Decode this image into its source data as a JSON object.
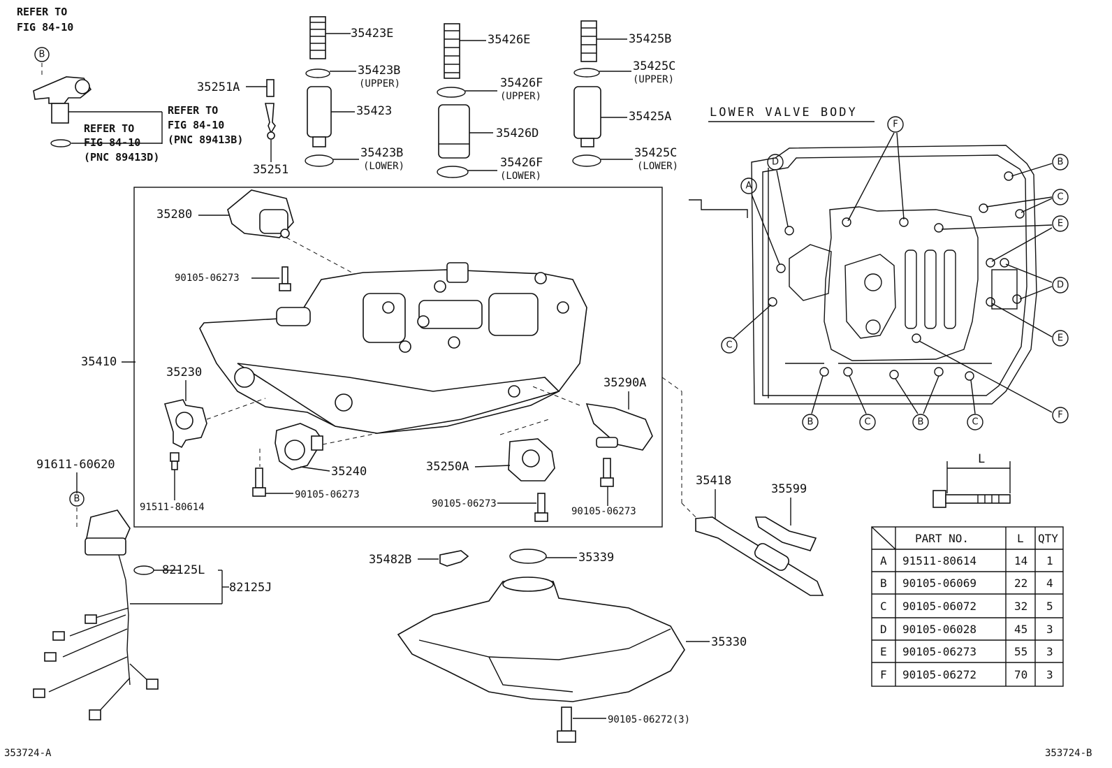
{
  "refer_top": [
    "REFER TO",
    "FIG 84-10"
  ],
  "refer_mid1": [
    "REFER TO",
    "FIG 84-10",
    "(PNC 89413B)"
  ],
  "refer_mid2": [
    "REFER TO",
    "FIG 84-10",
    "(PNC 89413D)"
  ],
  "section_title": "LOWER VALVE BODY",
  "labels": {
    "p35423E": "35423E",
    "p35423B_u": "35423B",
    "upper1": "(UPPER)",
    "p35423": "35423",
    "p35423B_l": "35423B",
    "lower1": "(LOWER)",
    "p35426E": "35426E",
    "p35426F_u": "35426F",
    "upper2": "(UPPER)",
    "p35426D": "35426D",
    "p35426F_l": "35426F",
    "lower2": "(LOWER)",
    "p35425B": "35425B",
    "p35425C_u": "35425C",
    "upper3": "(UPPER)",
    "p35425A": "35425A",
    "p35425C_l": "35425C",
    "lower3": "(LOWER)",
    "p35251A": "35251A",
    "p35251": "35251",
    "p35280": "35280",
    "p90105_1": "90105-06273",
    "p35410": "35410",
    "p35230": "35230",
    "p91511": "91511-80614",
    "p35240": "35240",
    "p90105_2": "90105-06273",
    "p35250A": "35250A",
    "p90105_3": "90105-06273",
    "p35290A": "35290A",
    "p90105_4": "90105-06273",
    "p91611": "91611-60620",
    "p82125L": "82125L",
    "p82125J": "82125J",
    "p35418": "35418",
    "p35599": "35599",
    "p35482B": "35482B",
    "p35339": "35339",
    "p35330": "35330",
    "p90105_5": "90105-06272(3)",
    "fig_left": "353724-A",
    "fig_right": "353724-B",
    "dim_L": "L"
  },
  "callouts": {
    "B": "B",
    "A": "A",
    "C": "C",
    "D": "D",
    "E": "E",
    "F": "F"
  },
  "parts_table": {
    "headers": [
      "PART NO.",
      "L",
      "QTY"
    ],
    "rows": [
      {
        "key": "A",
        "part": "91511-80614",
        "L": "14",
        "qty": "1"
      },
      {
        "key": "B",
        "part": "90105-06069",
        "L": "22",
        "qty": "4"
      },
      {
        "key": "C",
        "part": "90105-06072",
        "L": "32",
        "qty": "5"
      },
      {
        "key": "D",
        "part": "90105-06028",
        "L": "45",
        "qty": "3"
      },
      {
        "key": "E",
        "part": "90105-06273",
        "L": "55",
        "qty": "3"
      },
      {
        "key": "F",
        "part": "90105-06272",
        "L": "70",
        "qty": "3"
      }
    ]
  }
}
